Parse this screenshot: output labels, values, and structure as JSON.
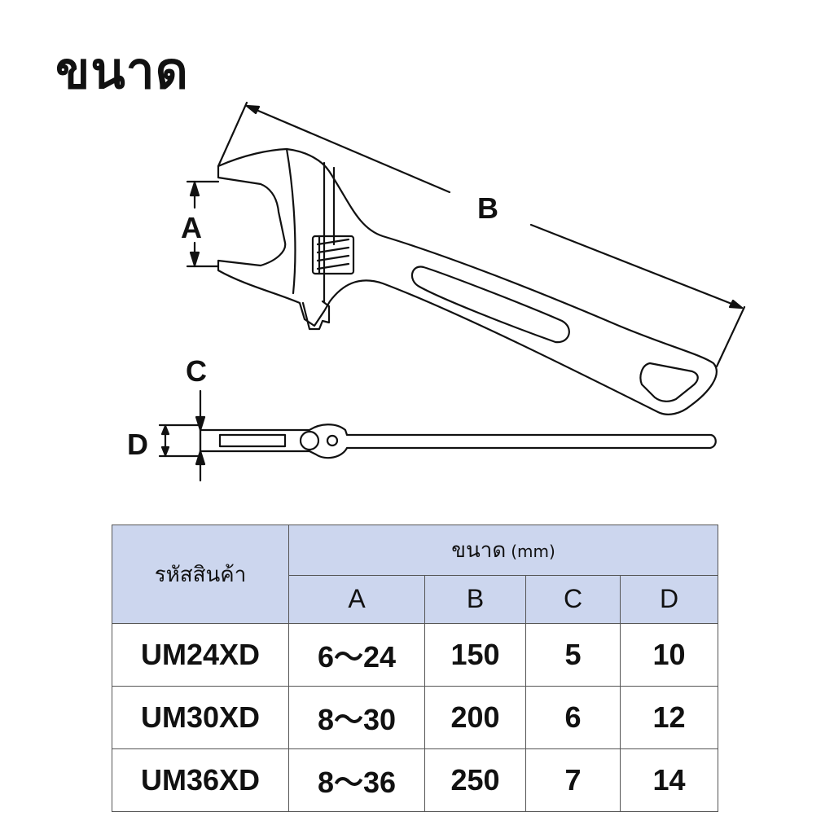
{
  "title": "ขนาด",
  "diagram": {
    "labels": {
      "A": "A",
      "B": "B",
      "C": "C",
      "D": "D"
    }
  },
  "table": {
    "header": {
      "code": "รหัสสินค้า",
      "size": "ขนาด",
      "unit": "(mm)",
      "columns": [
        "A",
        "B",
        "C",
        "D"
      ]
    },
    "rows": [
      {
        "code": "UM24XD",
        "A": "6～24",
        "B": "150",
        "C": "5",
        "D": "10"
      },
      {
        "code": "UM30XD",
        "A": "8～30",
        "B": "200",
        "C": "6",
        "D": "12"
      },
      {
        "code": "UM36XD",
        "A": "8～36",
        "B": "250",
        "C": "7",
        "D": "14"
      }
    ],
    "header_color": "#ccd6ee"
  }
}
